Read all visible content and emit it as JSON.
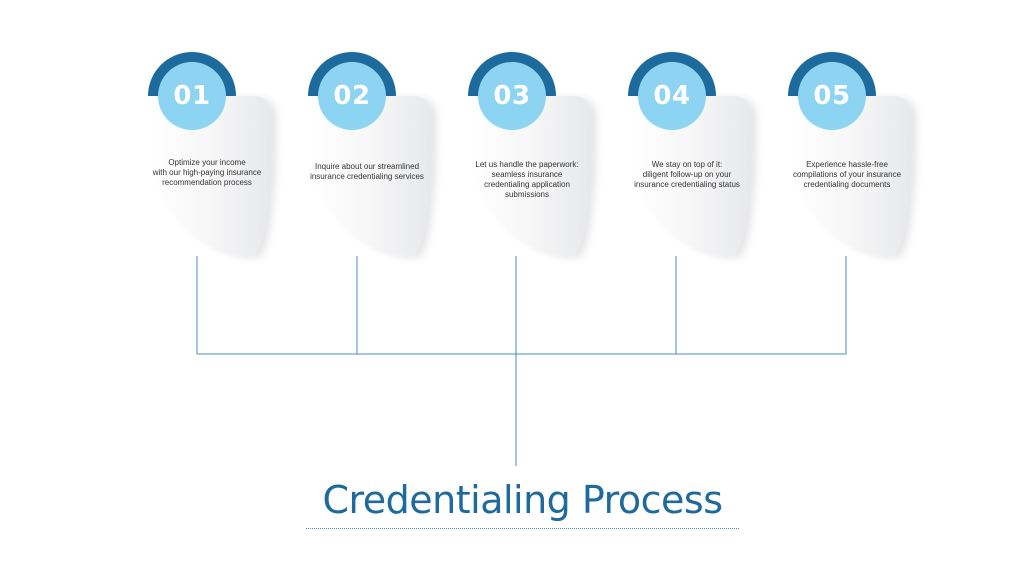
{
  "title": "Credentialing Process",
  "colors": {
    "accent_dark": "#1e6a9c",
    "accent_light": "#8cd4f2",
    "connector": "#4a8ec2"
  },
  "steps": [
    {
      "number": "01",
      "lines": [
        "Optimize your income",
        "with our high-paying insurance",
        "recommendation process"
      ]
    },
    {
      "number": "02",
      "lines": [
        "Inquire about our streamlined",
        "insurance credentialing services"
      ]
    },
    {
      "number": "03",
      "lines": [
        "Let us handle the paperwork:",
        "seamless insurance",
        "credentialing application",
        "submissions"
      ]
    },
    {
      "number": "04",
      "lines": [
        "We stay on top of it:",
        "diligent follow-up on your",
        "insurance credentialing status"
      ]
    },
    {
      "number": "05",
      "lines": [
        "Experience hassle-free",
        "compilations of your insurance",
        "credentialing documents"
      ]
    }
  ]
}
